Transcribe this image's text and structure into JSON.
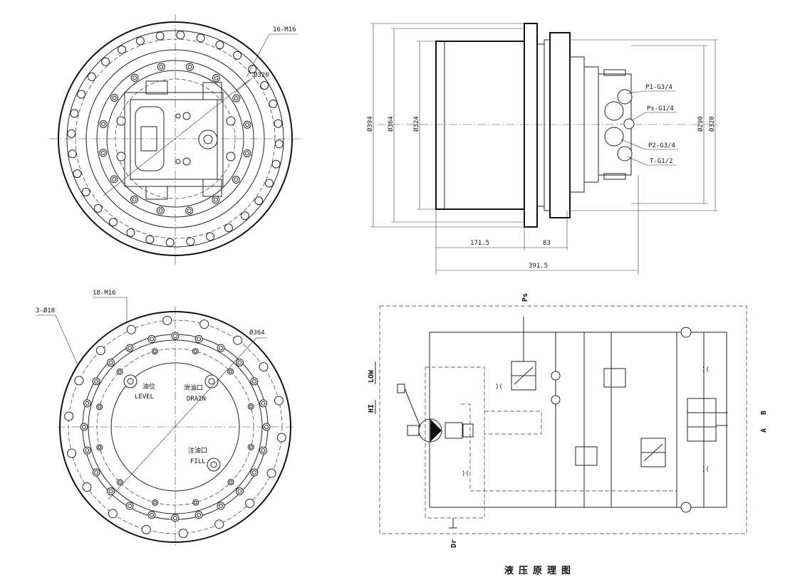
{
  "top_left": {
    "bolt_callout": "16-M16",
    "diameter_callout": "Ø320"
  },
  "bottom_left": {
    "bolt_callout": "18-M16",
    "pin_callout": "3-Ø18",
    "diameter_callout": "Ø364",
    "level_cn": "油位",
    "level_en": "LEVEL",
    "drain_cn": "泄油口",
    "drain_en": "DRAIN",
    "fill_cn": "注油口",
    "fill_en": "FILL"
  },
  "side_view": {
    "dia_394": "Ø394",
    "dia_364": "Ø364",
    "dia_324": "Ø324",
    "dia_290": "Ø290",
    "dia_320": "Ø320",
    "port_p1": "P1-G3/4",
    "port_ps": "Ps-G1/4",
    "port_p2": "P2-G3/4",
    "port_t": "T-G1/2",
    "len_1": "171.5",
    "len_2": "83",
    "len_total": "391.5"
  },
  "hydraulic": {
    "ps": "Ps",
    "dr": "Dr",
    "hi": "HI",
    "low": "LOW",
    "a": "A",
    "b": "B",
    "title": "液压原理图"
  }
}
